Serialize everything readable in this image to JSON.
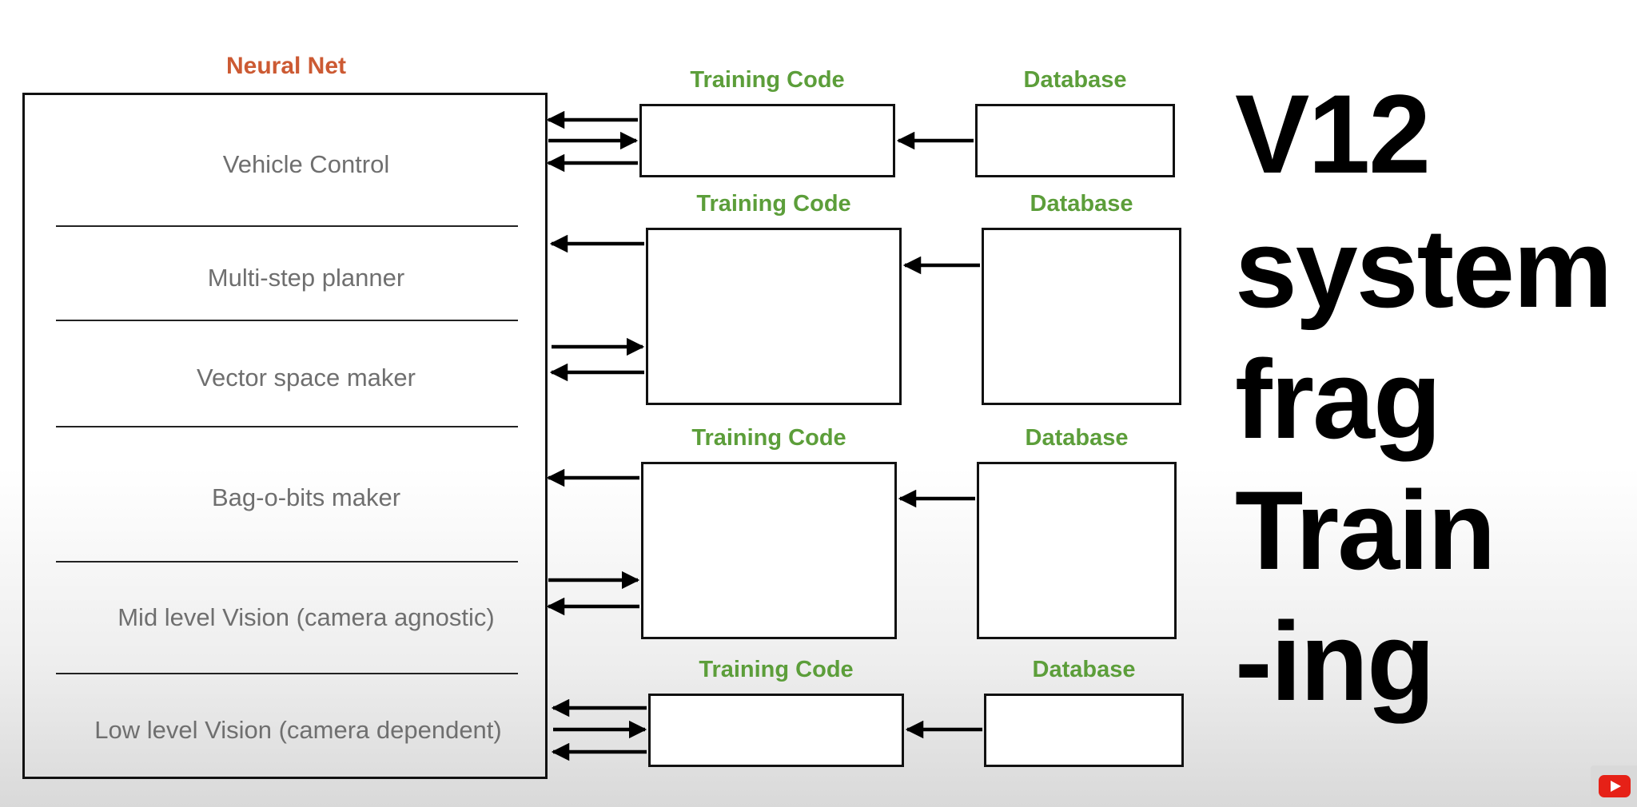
{
  "neural_net": {
    "title": "Neural Net",
    "layers": [
      "Vehicle Control",
      "Multi-step planner",
      "Vector space maker",
      "Bag-o-bits maker",
      "Mid level Vision (camera agnostic)",
      "Low level Vision (camera dependent)"
    ]
  },
  "stacks": [
    {
      "training_code": "Training Code",
      "database": "Database"
    },
    {
      "training_code": "Training Code",
      "database": "Database"
    },
    {
      "training_code": "Training Code",
      "database": "Database"
    },
    {
      "training_code": "Training Code",
      "database": "Database"
    }
  ],
  "side_text": [
    "V12",
    "system",
    "frag",
    "Train",
    "-ing"
  ],
  "colors": {
    "title": "#cc5a33",
    "labels": "#5c9e3a",
    "layer_text": "#6f6f6f"
  },
  "player": {
    "icon": "youtube-play-icon"
  }
}
